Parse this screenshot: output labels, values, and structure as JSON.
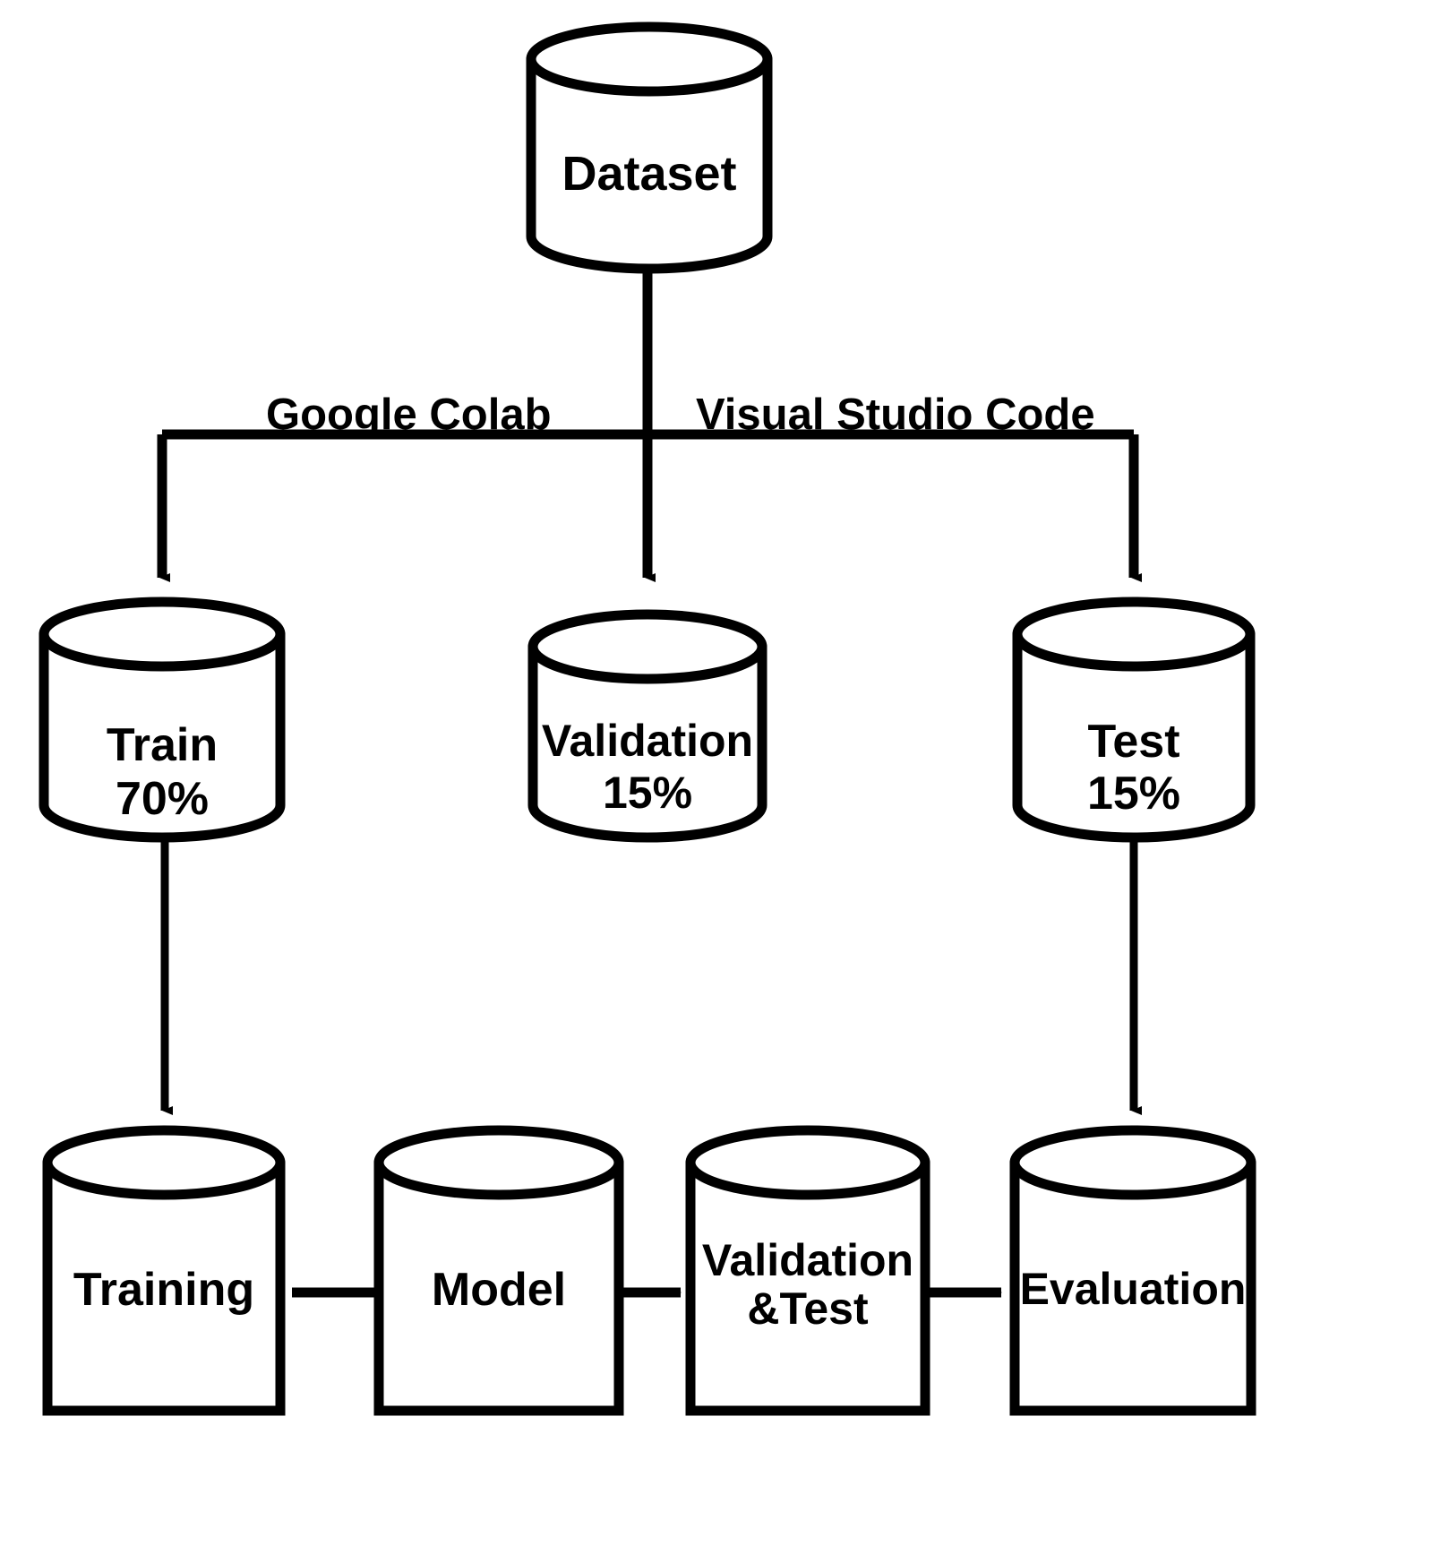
{
  "diagram": {
    "title": "Machine Learning Dataset Split and Training Pipeline",
    "background_color": "#ffffff",
    "stroke_color": "#000000",
    "nodes": {
      "dataset": {
        "label": "Dataset",
        "shape": "cylinder"
      },
      "train": {
        "label": "Train",
        "value": "70%",
        "shape": "cylinder"
      },
      "validation": {
        "label": "Validation",
        "value": "15%",
        "shape": "cylinder"
      },
      "test": {
        "label": "Test",
        "value": "15%",
        "shape": "cylinder"
      },
      "training": {
        "label": "Training",
        "shape": "cylinder"
      },
      "model": {
        "label": "Model",
        "shape": "cylinder"
      },
      "validation_test": {
        "label": "Validation\n&Test",
        "shape": "cylinder"
      },
      "evaluation": {
        "label": "Evaluation",
        "shape": "cylinder"
      }
    },
    "edge_labels": {
      "left_branch": "Google Colab",
      "right_branch": "Visual Studio Code"
    },
    "edges": [
      {
        "from": "dataset",
        "to": "train",
        "label": "Google Colab"
      },
      {
        "from": "dataset",
        "to": "validation",
        "label": ""
      },
      {
        "from": "dataset",
        "to": "test",
        "label": "Visual Studio Code"
      },
      {
        "from": "train",
        "to": "training",
        "label": ""
      },
      {
        "from": "test",
        "to": "evaluation",
        "label": ""
      },
      {
        "from": "training",
        "to": "model",
        "label": ""
      },
      {
        "from": "model",
        "to": "validation_test",
        "label": ""
      },
      {
        "from": "validation_test",
        "to": "evaluation",
        "label": ""
      }
    ]
  }
}
